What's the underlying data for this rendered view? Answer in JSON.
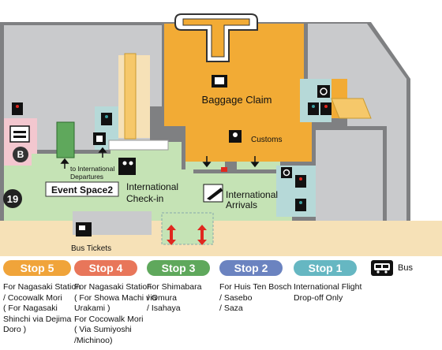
{
  "map": {
    "labels": {
      "baggage_claim": "Baggage Claim",
      "customs": "Customs",
      "to_international_departures_1": "to International",
      "to_international_departures_2": "Departures",
      "event_space": "Event Space2",
      "international_checkin_1": "International",
      "international_checkin_2": "Check-in",
      "international_arrivals_1": "International",
      "international_arrivals_2": "Arrivals",
      "stop_number": "19",
      "bus_tickets": "Bus Tickets",
      "b_marker": "B"
    },
    "colors": {
      "baggage_area": "#f2ab35",
      "checkin_area": "#c5e3b5",
      "wall_gray": "#7f8082",
      "light_gray": "#c9cacc",
      "floor_tan": "#f6e1b7",
      "pink_area": "#f3c7cf",
      "arrow_red": "#e0281f",
      "icon_teal": "#3a9e9f"
    }
  },
  "stops": [
    {
      "label": "Stop 5",
      "color": "#f0a43a",
      "lines": [
        "For Nagasaki Station",
        " / Cocowalk Mori",
        " ( For Nagasaki",
        " Shinchi via Dejima",
        " Doro )"
      ]
    },
    {
      "label": "Stop 4",
      "color": "#e8765a",
      "lines": [
        "For Nagasaki Station",
        " ( For Showa Machi via",
        " Urakami )",
        "For Cocowalk Mori",
        " ( Via Sumiyoshi",
        " /Michinoo)"
      ]
    },
    {
      "label": "Stop 3",
      "color": "#5fa85c",
      "lines": [
        "For Shimabara",
        " / Omura",
        " / Isahaya"
      ]
    },
    {
      "label": "Stop 2",
      "color": "#6b83c0",
      "lines": [
        "For Huis Ten Bosch",
        " / Sasebo",
        " / Saza"
      ]
    },
    {
      "label": "Stop 1",
      "color": "#66b7c2",
      "lines": [
        "International Flight",
        " Drop-off Only"
      ]
    }
  ],
  "legend": {
    "bus_label": "Bus",
    "bus_icon": "bus-icon"
  }
}
